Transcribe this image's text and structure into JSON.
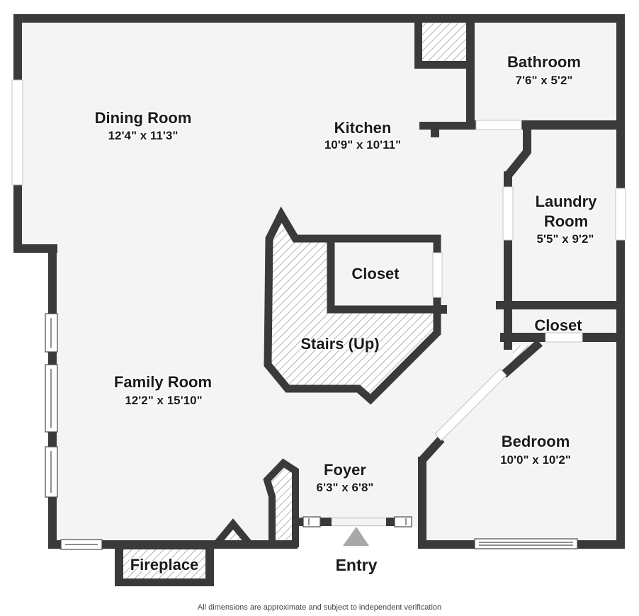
{
  "rooms": {
    "dining": {
      "name": "Dining Room",
      "dims": "12'4\" x 11'3\""
    },
    "kitchen": {
      "name": "Kitchen",
      "dims": "10'9\" x 10'11\""
    },
    "bathroom": {
      "name": "Bathroom",
      "dims": "7'6\" x 5'2\""
    },
    "laundry": {
      "line1": "Laundry",
      "line2": "Room",
      "dims": "5'5\" x 9'2\""
    },
    "closet_upper": {
      "name": "Closet"
    },
    "stairs": {
      "name": "Stairs (Up)"
    },
    "family": {
      "name": "Family Room",
      "dims": "12'2\" x 15'10\""
    },
    "closet_side": {
      "name": "Closet"
    },
    "bedroom": {
      "name": "Bedroom",
      "dims": "10'0\" x 10'2\""
    },
    "foyer": {
      "name": "Foyer",
      "dims": "6'3\" x 6'8\""
    },
    "fireplace": {
      "name": "Fireplace"
    },
    "entry": {
      "name": "Entry"
    }
  },
  "footer": {
    "disclaimer": "All dimensions are approximate and subject to independent verification"
  },
  "colors": {
    "wall": "#3a3a3a",
    "floor": "#f4f4f5",
    "outside": "#ffffff",
    "hatch_line": "#8c8c8c",
    "window_frame": "#4a4a4a",
    "door_hairline": "#c4c4c4",
    "entry_arrow": "#a8a8a8",
    "label_text": "#1a1a1a",
    "disclaimer_text": "#444444"
  }
}
